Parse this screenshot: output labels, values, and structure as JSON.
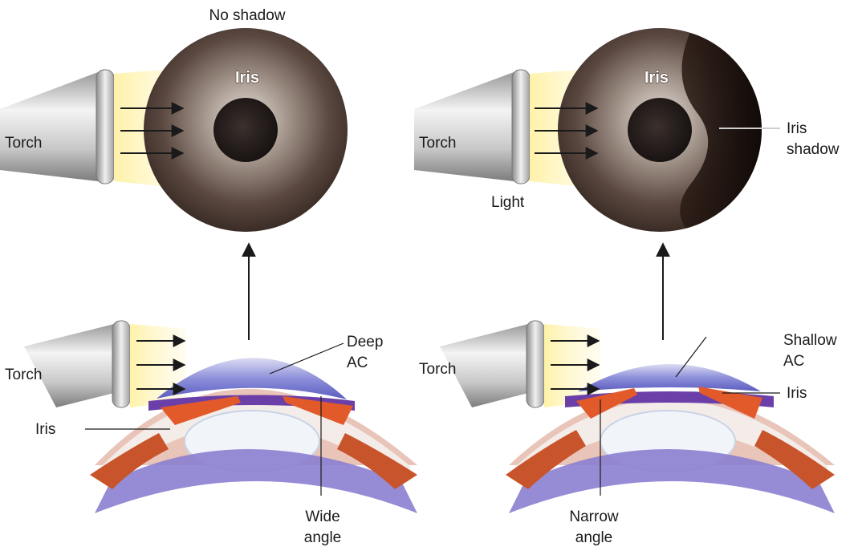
{
  "panels": {
    "left": {
      "caption": "No shadow",
      "iris_label": "Iris",
      "torch_top": "Torch",
      "torch_bottom": "Torch",
      "chamber": [
        "Deep",
        "AC"
      ],
      "iris_bottom": "Iris",
      "angle": [
        "Wide",
        "angle"
      ]
    },
    "right": {
      "iris_label": "Iris",
      "torch_top": "Torch",
      "light": "Light",
      "shadow": [
        "Iris",
        "shadow"
      ],
      "torch_bottom": "Torch",
      "chamber": [
        "Shallow",
        "AC"
      ],
      "iris_bottom": "Iris",
      "angle": [
        "Narrow",
        "angle"
      ]
    }
  }
}
